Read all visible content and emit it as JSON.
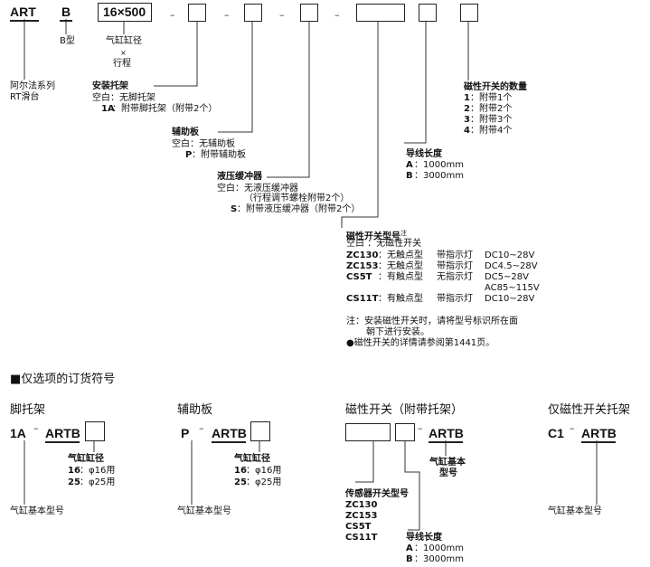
{
  "order": {
    "art": "ART",
    "b": "B",
    "size": "16×500",
    "dash": "–"
  },
  "art_desc": [
    "阿尔法系列",
    "RT滑台"
  ],
  "b_desc": "B型",
  "size_desc": [
    "气缸缸径",
    "×",
    "行程"
  ],
  "mount": {
    "title": "安装托架",
    "blank": "空白：无脚托架",
    "opt_code": "1A",
    "opt_text": "：附带脚托架（附带2个）"
  },
  "aux": {
    "title": "辅助板",
    "blank": "空白：无辅助板",
    "opt_code": "P",
    "opt_text": "：附带辅助板"
  },
  "buffer": {
    "title": "液压缓冲器",
    "blank": "空白：无液压缓冲器",
    "blank_note": "（行程调节螺栓附带2个）",
    "opt_code": "S",
    "opt_text": "：附带液压缓冲器（附带2个）"
  },
  "lead": {
    "title": "导线长度",
    "a_code": "A",
    "a_text": "：1000mm",
    "b_code": "B",
    "b_text": "：3000mm"
  },
  "qty": {
    "title": "磁性开关的数量",
    "items": [
      {
        "code": "1",
        "text": "：附带1个"
      },
      {
        "code": "2",
        "text": "：附带2个"
      },
      {
        "code": "3",
        "text": "：附带3个"
      },
      {
        "code": "4",
        "text": "：附带4个"
      }
    ]
  },
  "switch": {
    "title": "磁性开关型号",
    "title_sup": "注",
    "blank": "空白  ：无磁性开关",
    "rows": [
      {
        "code": "ZC130",
        "contact": "：无触点型",
        "lamp": "带指示灯",
        "volt": "DC10~28V"
      },
      {
        "code": "ZC153",
        "contact": "：无触点型",
        "lamp": "带指示灯",
        "volt": "DC4.5~28V"
      },
      {
        "code": "CS5T",
        "contact": "：有触点型",
        "lamp": "无指示灯",
        "volt": "DC5~28V"
      },
      {
        "code": "",
        "contact": "",
        "lamp": "",
        "volt": "AC85~115V"
      },
      {
        "code": "CS11T",
        "contact": "：有触点型",
        "lamp": "带指示灯",
        "volt": "DC10~28V"
      }
    ],
    "note1": "注：安装磁性开关时，请将型号标识所在面",
    "note2": "朝下进行安装。",
    "note3": "●磁性开关的详情请参阅第1441页。"
  },
  "section_title": "■仅选项的订货符号",
  "opt_foot": {
    "title": "脚托架",
    "prefix": "1A",
    "dash": "–",
    "base": "ARTB",
    "bore_title": "气缸缸径",
    "bore": [
      {
        "code": "16",
        "text": "：φ16用"
      },
      {
        "code": "25",
        "text": "：φ25用"
      }
    ],
    "base_label": "气缸基本型号"
  },
  "opt_aux": {
    "title": "辅助板",
    "prefix": "P",
    "dash": "–",
    "base": "ARTB",
    "bore_title": "气缸缸径",
    "bore": [
      {
        "code": "16",
        "text": "：φ16用"
      },
      {
        "code": "25",
        "text": "：φ25用"
      }
    ],
    "base_label": "气缸基本型号"
  },
  "opt_switch": {
    "title": "磁性开关（附带托架）",
    "dash": "–",
    "base": "ARTB",
    "base_label1": "气缸基本",
    "base_label2": "型号",
    "sensor_title": "传感器开关型号",
    "sensors": [
      "ZC130",
      "ZC153",
      "CS5T",
      "CS11T"
    ],
    "lead_title": "导线长度",
    "lead": [
      {
        "code": "A",
        "text": "：1000mm"
      },
      {
        "code": "B",
        "text": "：3000mm"
      }
    ]
  },
  "opt_bracket": {
    "title": "仅磁性开关托架",
    "prefix": "C1",
    "dash": "–",
    "base": "ARTB",
    "base_label": "气缸基本型号"
  }
}
